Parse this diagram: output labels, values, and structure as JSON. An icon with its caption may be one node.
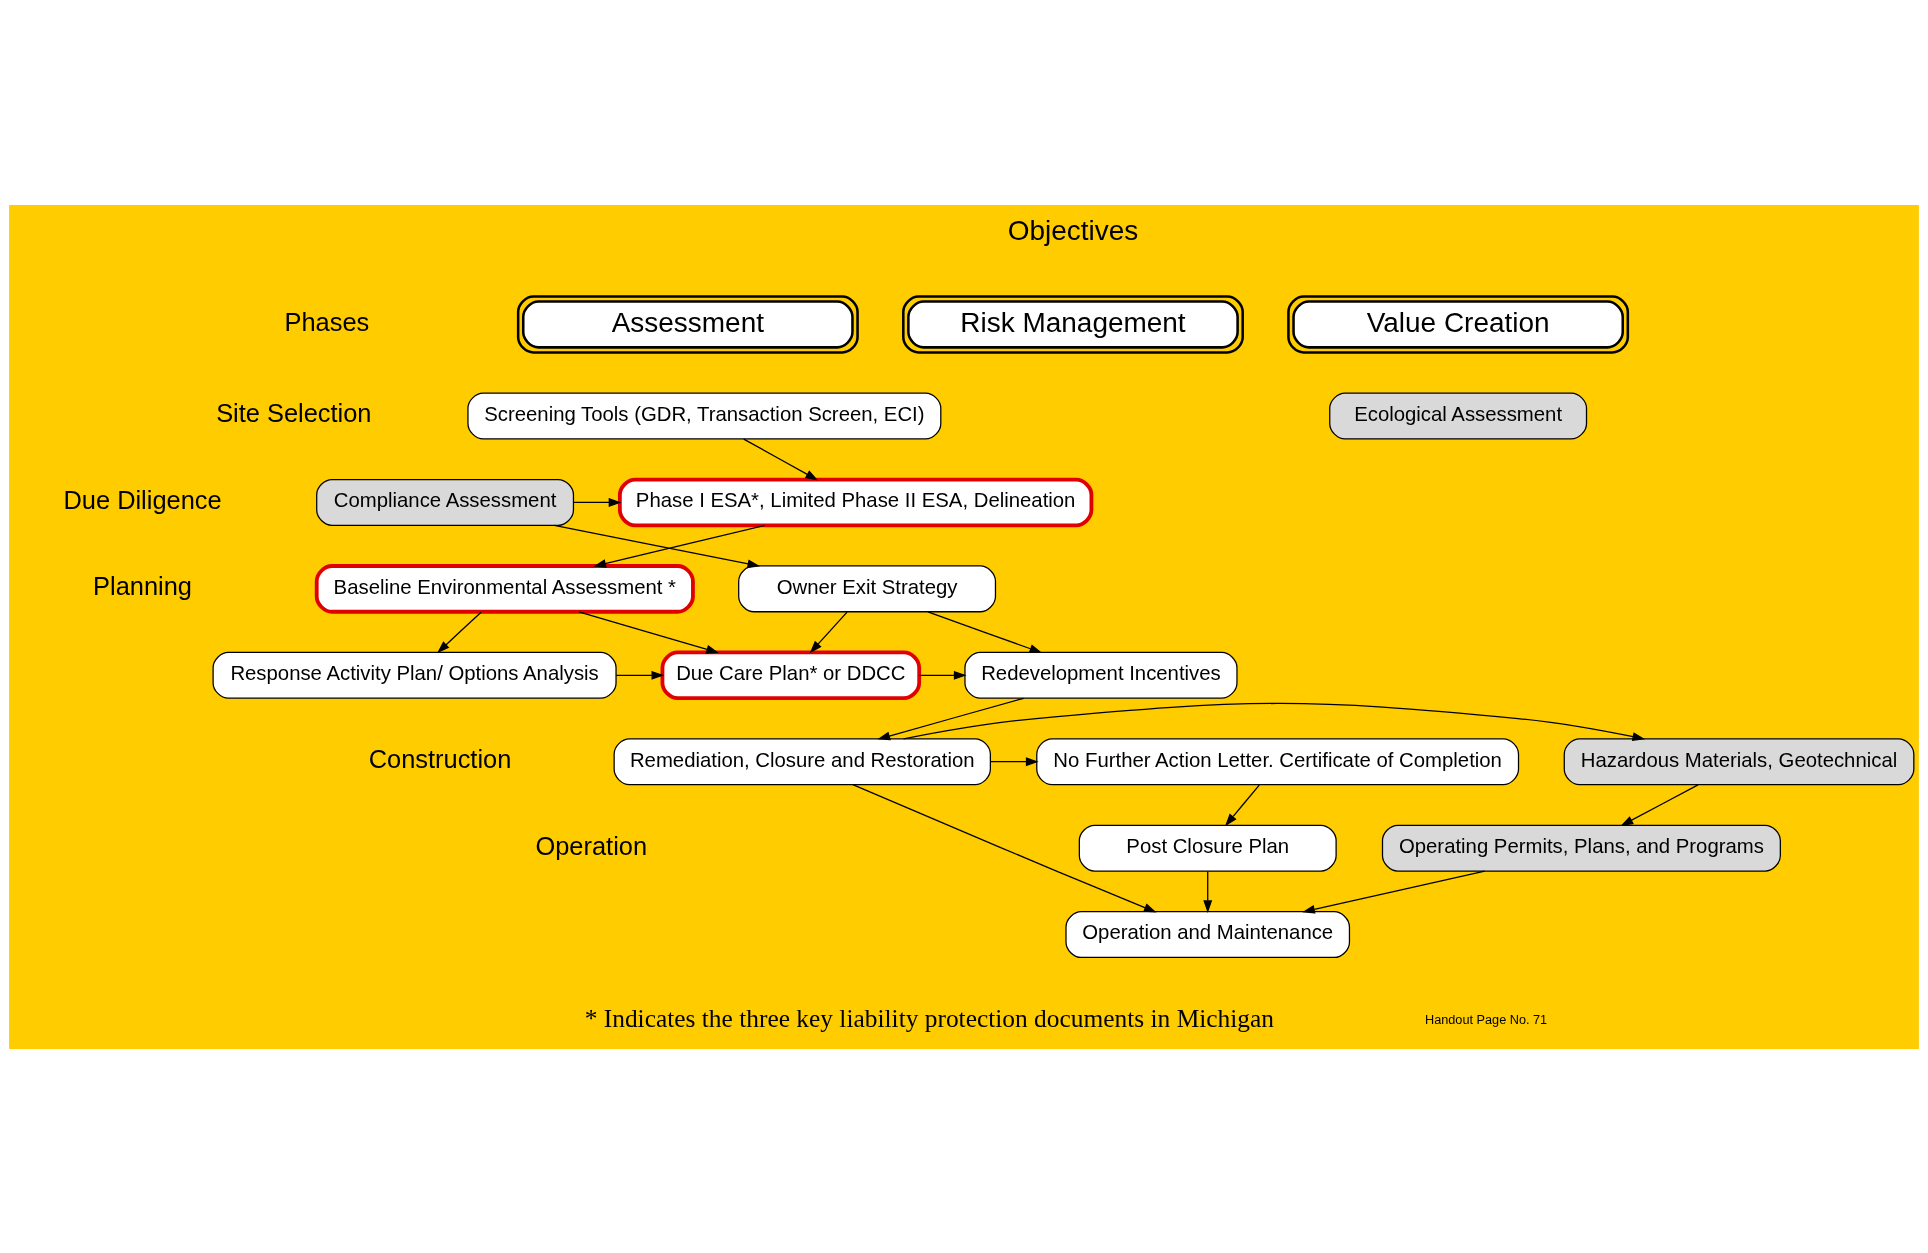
{
  "diagram": {
    "nodes": [
      {
        "text": [
          "Assessment"
        ]
      },
      {
        "text": [
          "Risk Management"
        ]
      },
      {
        "text": [
          "Value Creation"
        ]
      },
      {
        "text": [
          "Screening Tools (GDR, Transaction Screen, ECI)"
        ]
      },
      {
        "text": [
          "Ecological Assessment"
        ]
      },
      {
        "text": [
          "Phase I ESA*, Limited Phase II ESA, Delineation"
        ]
      },
      {
        "text": [
          "Compliance Assessment"
        ]
      },
      {
        "text": [
          "Baseline Environmental Assessment *"
        ]
      },
      {
        "text": [
          "Owner Exit Strategy"
        ]
      },
      {
        "text": [
          "Response Activity Plan/ Options Analysis"
        ]
      },
      {
        "text": [
          "Due Care Plan* or DDCC"
        ]
      },
      {
        "text": [
          "Redevelopment Incentives"
        ]
      },
      {
        "text": [
          "Hazardous Materials, Geotechnical"
        ]
      },
      {
        "text": [
          "No Further Action Letter. Certificate of Completion"
        ]
      },
      {
        "text": [
          "Remediation, Closure and Restoration"
        ]
      },
      {
        "text": [
          "Operating Permits, Plans, and Programs"
        ]
      },
      {
        "text": [
          "Post Closure Plan"
        ]
      },
      {
        "text": [
          "Operation and Maintenance"
        ]
      }
    ],
    "edges": [
      {
        "from": 3,
        "to": 5,
        "arrow": "to"
      },
      {
        "from": 6,
        "to": 5,
        "arrow": "to"
      },
      {
        "from": 6,
        "to": 8,
        "arrow": "to"
      },
      {
        "from": 5,
        "to": 7,
        "arrow": "to"
      },
      {
        "from": 7,
        "to": 9,
        "arrow": "to"
      },
      {
        "from": 7,
        "to": 10,
        "arrow": "to"
      },
      {
        "from": 8,
        "to": 10,
        "arrow": "to"
      },
      {
        "from": 9,
        "to": 10,
        "arrow": "to"
      },
      {
        "from": 10,
        "to": 11,
        "arrow": "to"
      },
      {
        "from": 8,
        "to": 11,
        "arrow": "to"
      },
      {
        "from": 11,
        "to": 14,
        "arrow": "to"
      },
      {
        "from": 14,
        "to": 13,
        "arrow": "to"
      },
      {
        "from": 14,
        "to": 12,
        "arrow": "to"
      },
      {
        "from": 12,
        "to": 15,
        "arrow": "to"
      },
      {
        "from": 13,
        "to": 16,
        "arrow": "to"
      },
      {
        "from": 16,
        "to": 17,
        "arrow": "to"
      },
      {
        "from": 14,
        "to": 17,
        "arrow": "to"
      },
      {
        "from": 15,
        "to": 17,
        "arrow": "to"
      }
    ],
    "labels": [
      "Objectives",
      "Phases",
      "Site Selection",
      "Due Diligence",
      "Planning",
      "Construction",
      "Operation",
      "* Indicates the three key liability protection documents in Michigan",
      "Handout Page No. 71"
    ]
  }
}
